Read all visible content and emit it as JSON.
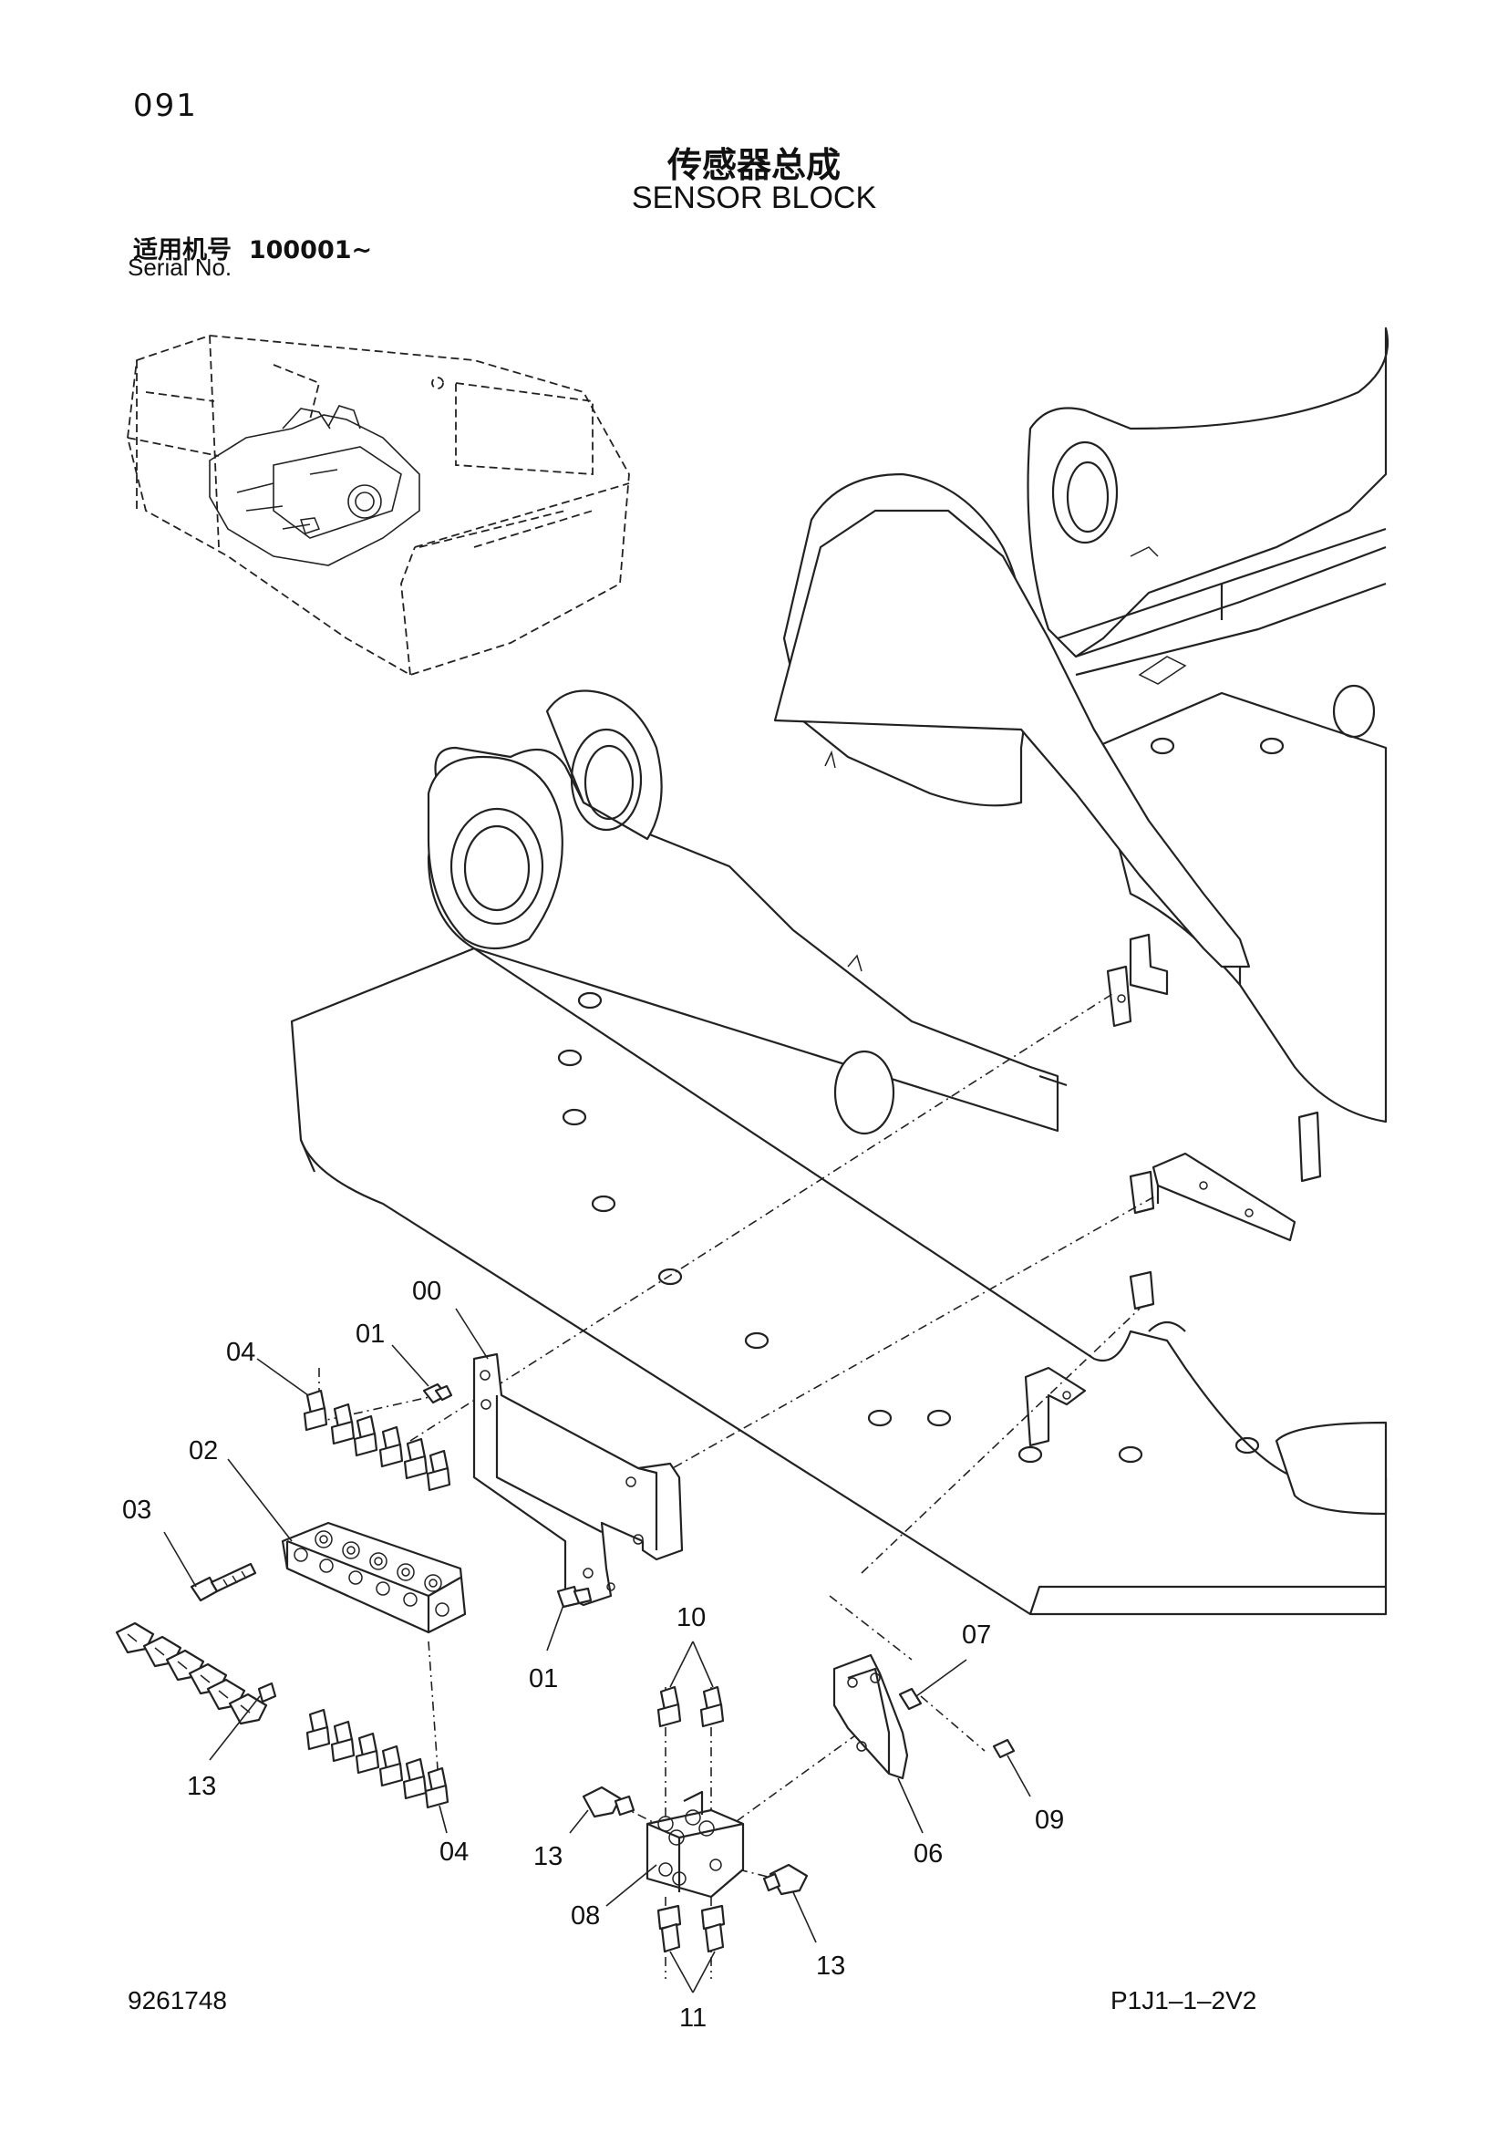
{
  "header": {
    "page_number": "091",
    "title_cn": "传感器总成",
    "title_en": "SENSOR BLOCK",
    "serial_label_cn": "适用机号",
    "serial_value": "100001~",
    "serial_label_en": "Serial No."
  },
  "callouts": [
    {
      "id": "c00",
      "label": "00"
    },
    {
      "id": "c01a",
      "label": "01"
    },
    {
      "id": "c01b",
      "label": "01"
    },
    {
      "id": "c02",
      "label": "02"
    },
    {
      "id": "c03",
      "label": "03"
    },
    {
      "id": "c04a",
      "label": "04"
    },
    {
      "id": "c04b",
      "label": "04"
    },
    {
      "id": "c06",
      "label": "06"
    },
    {
      "id": "c07",
      "label": "07"
    },
    {
      "id": "c08",
      "label": "08"
    },
    {
      "id": "c09",
      "label": "09"
    },
    {
      "id": "c10",
      "label": "10"
    },
    {
      "id": "c11",
      "label": "11"
    },
    {
      "id": "c13a",
      "label": "13"
    },
    {
      "id": "c13b",
      "label": "13"
    },
    {
      "id": "c13c",
      "label": "13"
    }
  ],
  "footer": {
    "drawing_number": "9261748",
    "sheet_code": "P1J1–1–2V2"
  }
}
